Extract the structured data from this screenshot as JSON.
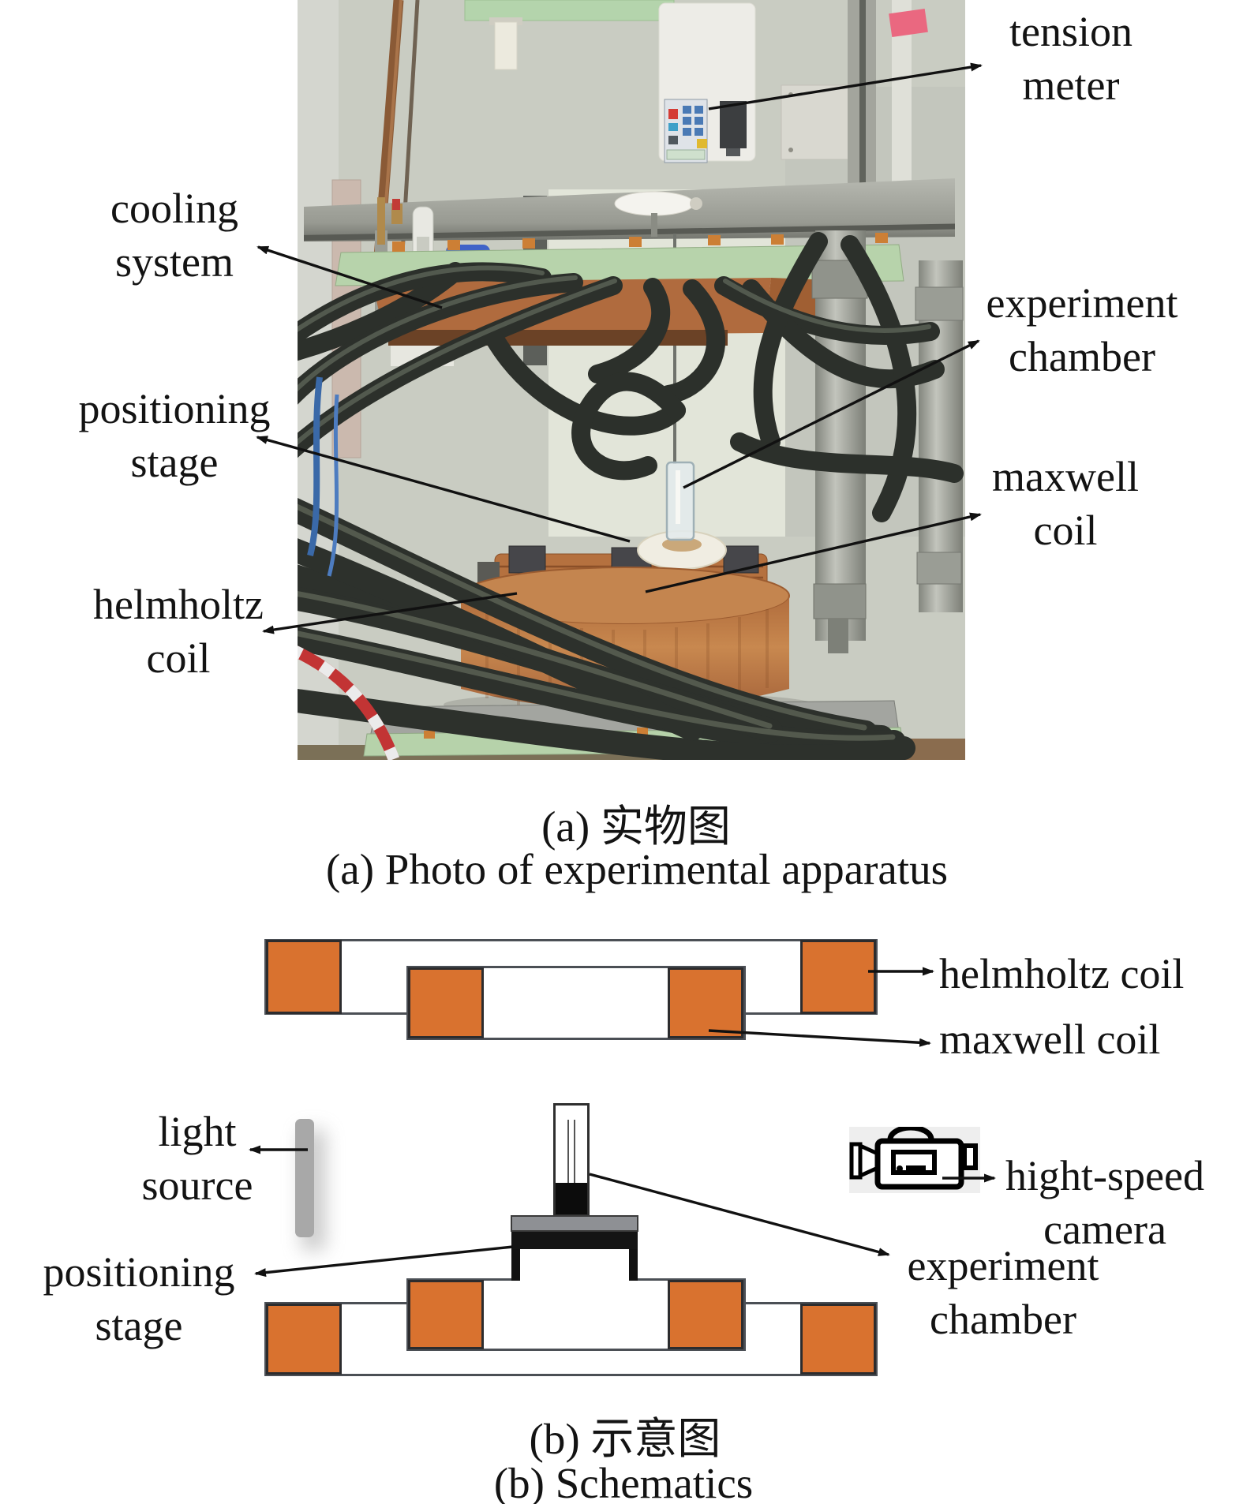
{
  "panel_a": {
    "captions": {
      "zh": "(a) 实物图",
      "en": "(a) Photo of experimental apparatus"
    },
    "labels": {
      "tension_meter": {
        "line1": "tension",
        "line2": "meter"
      },
      "cooling_system": {
        "line1": "cooling",
        "line2": "system"
      },
      "positioning_stage": {
        "line1": "positioning",
        "line2": "stage"
      },
      "helmholtz_coil": {
        "line1": "helmholtz",
        "line2": "coil"
      },
      "experiment_chamber": {
        "line1": "experiment",
        "line2": "chamber"
      },
      "maxwell_coil": {
        "line1": "maxwell",
        "line2": "coil"
      }
    }
  },
  "panel_b": {
    "captions": {
      "zh": "(b) 示意图",
      "en": "(b) Schematics"
    },
    "labels": {
      "helmholtz_coil": "helmholtz coil",
      "maxwell_coil": "maxwell coil",
      "light_source": {
        "line1": "light",
        "line2": "source"
      },
      "positioning_stage": {
        "line1": "positioning",
        "line2": "stage"
      },
      "high_speed_camera": {
        "line1": "hight-speed",
        "line2": "camera"
      },
      "experiment_chamber": {
        "line1": "experiment",
        "line2": "chamber"
      }
    }
  },
  "colors": {
    "coil_orange": "#d9722f",
    "schematic_outline": "#4b4f55",
    "stage_gray": "#8e9094",
    "stage_black": "#141414",
    "light_bar_gray": "#a8a8a8"
  }
}
